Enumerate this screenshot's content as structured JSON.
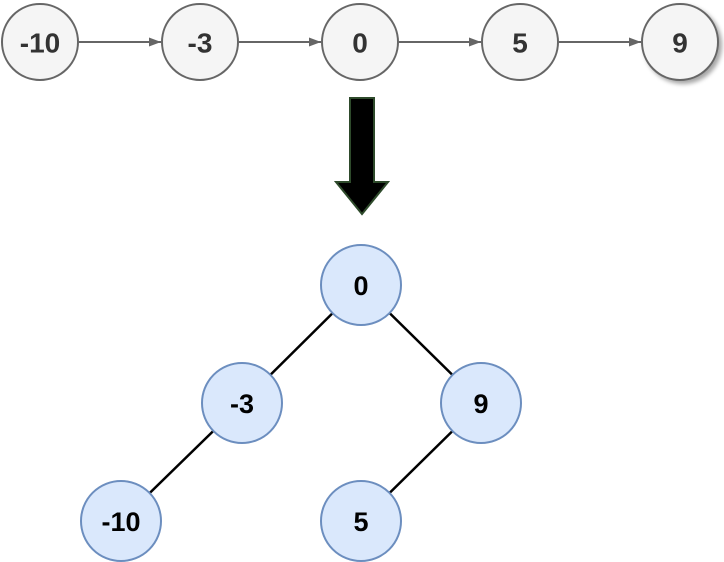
{
  "diagram": {
    "linked_list": {
      "nodes": [
        "-10",
        "-3",
        "0",
        "5",
        "9"
      ],
      "arrows": [
        {
          "from": "-10",
          "to": "-3"
        },
        {
          "from": "-3",
          "to": "0"
        },
        {
          "from": "0",
          "to": "5"
        },
        {
          "from": "5",
          "to": "9"
        }
      ]
    },
    "transform": {
      "icon": "down-arrow"
    },
    "binary_tree": {
      "root": "0",
      "nodes": [
        {
          "label": "0"
        },
        {
          "label": "-3"
        },
        {
          "label": "9"
        },
        {
          "label": "-10"
        },
        {
          "label": "5"
        }
      ],
      "edges": [
        {
          "from": "0",
          "to": "-3",
          "side": "left"
        },
        {
          "from": "0",
          "to": "9",
          "side": "right"
        },
        {
          "from": "-3",
          "to": "-10",
          "side": "left"
        },
        {
          "from": "9",
          "to": "5",
          "side": "left"
        }
      ]
    },
    "colors": {
      "list_node_fill": "#f5f5f5",
      "list_node_stroke": "#666666",
      "list_text": "#333333",
      "arrow_stroke": "#666666",
      "tree_node_fill": "#dae8fc",
      "tree_node_stroke": "#6c8ebf",
      "tree_text": "#000000",
      "edge_stroke": "#000000",
      "big_arrow_fill": "#000000",
      "big_arrow_stroke": "#2e4a2b"
    }
  }
}
